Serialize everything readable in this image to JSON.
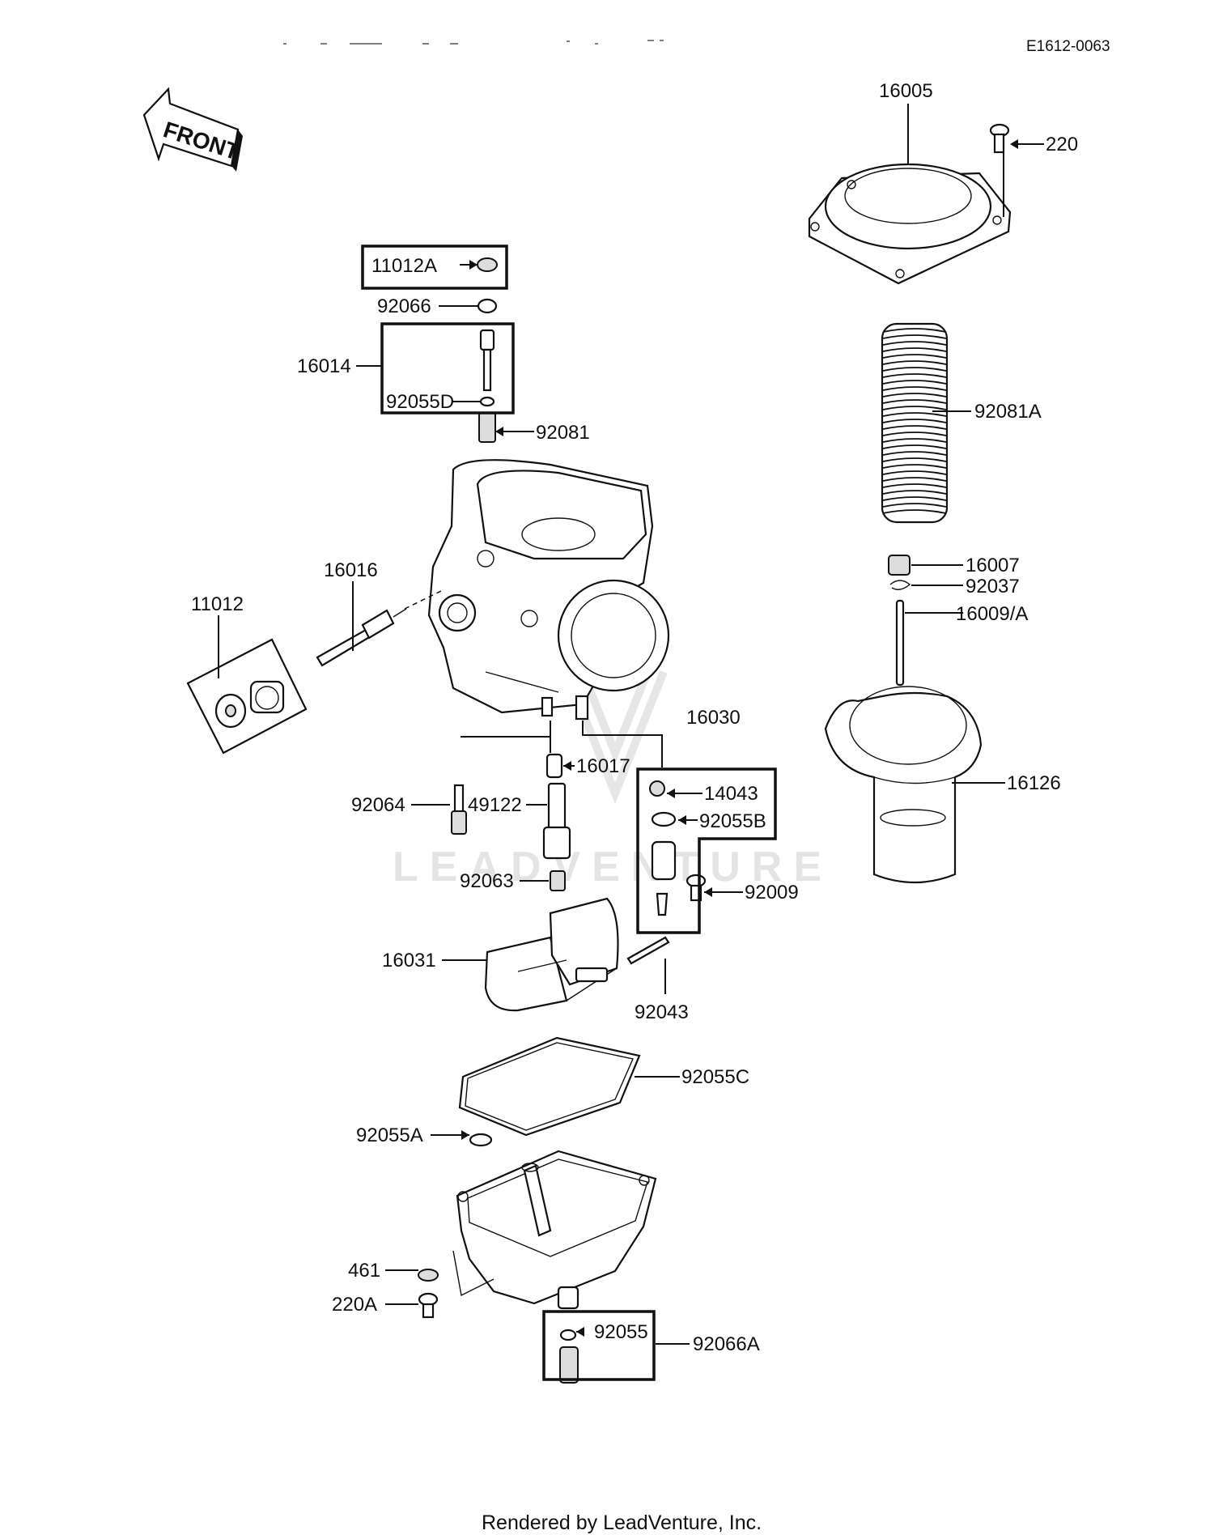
{
  "diagram": {
    "ref_code": "E1612-0063",
    "front_label": "FRONT",
    "watermark": "LEADVENTURE",
    "footer": "Rendered by LeadVenture, Inc."
  },
  "parts": {
    "p16005": "16005",
    "p220": "220",
    "p92081A": "92081A",
    "p16007": "16007",
    "p92037": "92037",
    "p16009A": "16009/A",
    "p16126": "16126",
    "p11012A": "11012A",
    "p92066": "92066",
    "p16014": "16014",
    "p92055D": "92055D",
    "p92081": "92081",
    "p16016": "16016",
    "p11012": "11012",
    "p16030": "16030",
    "p16017": "16017",
    "p14043": "14043",
    "p92055B": "92055B",
    "p92064": "92064",
    "p49122": "49122",
    "p92063": "92063",
    "p92009": "92009",
    "p16031": "16031",
    "p92043": "92043",
    "p92055C": "92055C",
    "p92055A": "92055A",
    "p461": "461",
    "p220A": "220A",
    "p92055": "92055",
    "p92066A": "92066A"
  }
}
